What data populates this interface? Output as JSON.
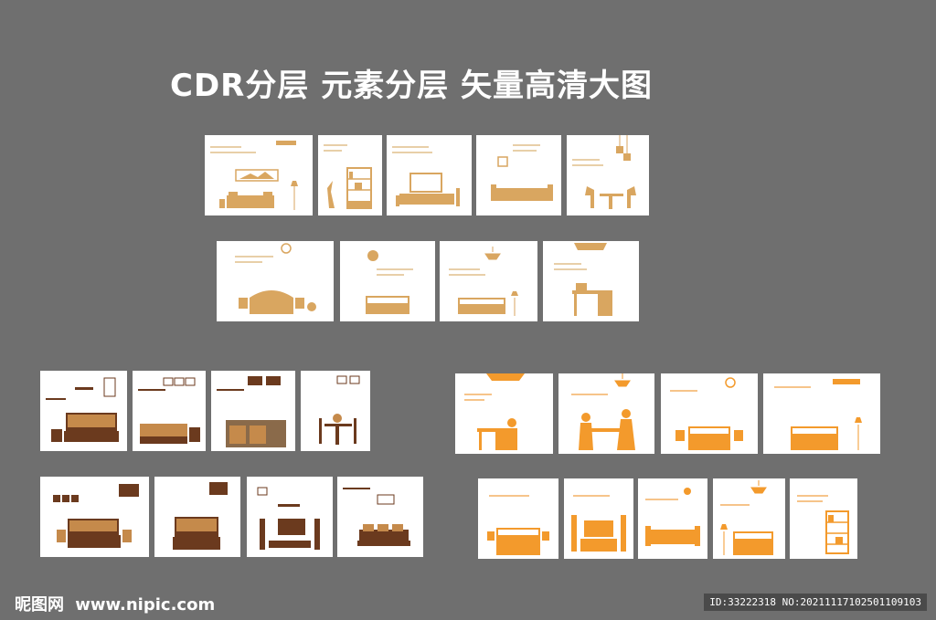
{
  "title": "CDR分层 元素分层 矢量高清大图",
  "watermark": {
    "logo": "昵图网",
    "site": "www.nipic.com"
  },
  "id_text": "ID:33222318 NO:20211117102501109103",
  "colors": {
    "background": "#6f6f6f",
    "gold": "#d9a660",
    "brown": "#6b3a1e",
    "orange": "#f39a2c"
  }
}
